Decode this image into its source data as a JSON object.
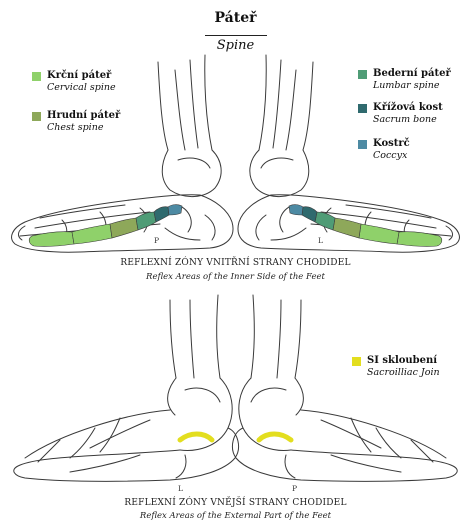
{
  "title": "Páteř",
  "subtitle": "Spine",
  "legend": {
    "cervical": {
      "cz": "Krční páteř",
      "en": "Cervical spine",
      "color": "#8fd16a"
    },
    "chest": {
      "cz": "Hrudní páteř",
      "en": "Chest spine",
      "color": "#8ea85a"
    },
    "lumbar": {
      "cz": "Bederní páteř",
      "en": "Lumbar spine",
      "color": "#4f9c76"
    },
    "sacrum": {
      "cz": "Křížová kost",
      "en": "Sacrum bone",
      "color": "#2f6a6e"
    },
    "coccyx": {
      "cz": "Kostrč",
      "en": "Coccyx",
      "color": "#4d8aa3"
    },
    "si": {
      "cz": "SI skloubení",
      "en": "Sacroilliac Join",
      "color": "#e3de1f"
    }
  },
  "top_labels": {
    "left": "P",
    "right": "L"
  },
  "bottom_labels": {
    "left": "L",
    "right": "P"
  },
  "captions": {
    "inner_cz": "REFLEXNÍ ZÓNY VNITŘNÍ STRANY CHODIDEL",
    "inner_en": "Reflex Areas of the Inner Side of the Feet",
    "outer_cz": "REFLEXNÍ ZÓNY VNĚJŠÍ STRANY CHODIDEL",
    "outer_en": "Reflex Areas of the External Part of the Feet"
  }
}
